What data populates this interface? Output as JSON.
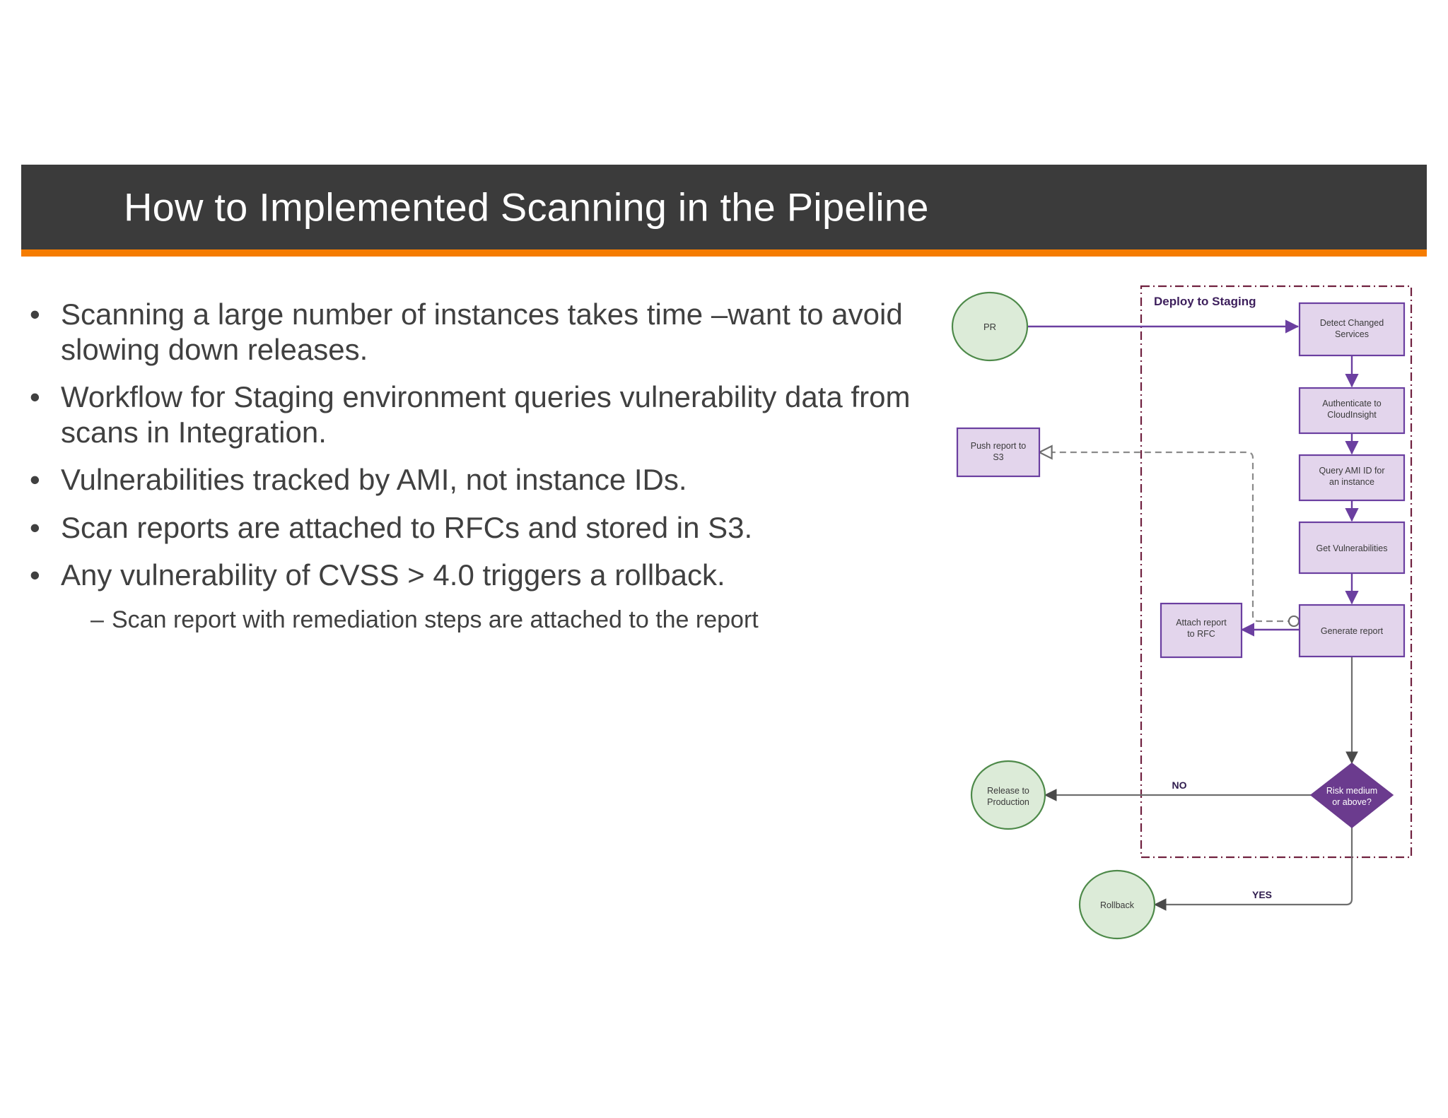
{
  "slide": {
    "title": "How to Implemented Scanning in the Pipeline",
    "header_bg": "#3B3B3B",
    "accent_color": "#F57C00"
  },
  "bullets": [
    {
      "marker": "•",
      "level": 1,
      "text": "Scanning a large number of instances takes time –want to avoid slowing down releases."
    },
    {
      "marker": "•",
      "level": 1,
      "text": "Workflow for Staging environment queries vulnerability data from scans in Integration."
    },
    {
      "marker": "•",
      "level": 1,
      "text": "Vulnerabilities tracked by AMI, not instance IDs."
    },
    {
      "marker": "•",
      "level": 1,
      "text": "Scan reports are attached to RFCs and stored in S3."
    },
    {
      "marker": "•",
      "level": 1,
      "text": "Any vulnerability of CVSS > 4.0 triggers a rollback."
    },
    {
      "marker": "–",
      "level": 2,
      "text": "Scan report with remediation steps are attached to the report"
    }
  ],
  "diagram": {
    "container_title": "Deploy to Staging",
    "colors": {
      "process_fill": "#E3D5EC",
      "process_stroke": "#6B3FA0",
      "terminal_fill": "#DCEBD8",
      "terminal_stroke": "#4E8A4A",
      "decision_fill": "#6B3B8E",
      "container_stroke": "#70213F",
      "arrow_purple": "#6B3FA0",
      "arrow_gray": "#6E6E6E",
      "dashed_gray": "#8A8A8A"
    },
    "nodes": [
      {
        "id": "pr",
        "label": "PR",
        "type": "terminal"
      },
      {
        "id": "detect",
        "label_line1": "Detect Changed",
        "label_line2": "Services",
        "type": "process"
      },
      {
        "id": "auth",
        "label_line1": "Authenticate to",
        "label_line2": "CloudInsight",
        "type": "process"
      },
      {
        "id": "ami",
        "label_line1": "Query AMI ID for",
        "label_line2": "an instance",
        "type": "process"
      },
      {
        "id": "getvuln",
        "label": "Get Vulnerabilities",
        "type": "process"
      },
      {
        "id": "genreport",
        "label": "Generate report",
        "type": "process"
      },
      {
        "id": "pushs3",
        "label_line1": "Push report to",
        "label_line2": "S3",
        "type": "process"
      },
      {
        "id": "attachrfc",
        "label_line1": "Attach report",
        "label_line2": "to RFC",
        "type": "process"
      },
      {
        "id": "risk",
        "label_line1": "Risk medium",
        "label_line2": "or above?",
        "type": "decision"
      },
      {
        "id": "release",
        "label_line1": "Release to",
        "label_line2": "Production",
        "type": "terminal"
      },
      {
        "id": "rollback",
        "label": "Rollback",
        "type": "terminal"
      }
    ],
    "edge_labels": {
      "no": "NO",
      "yes": "YES"
    }
  }
}
